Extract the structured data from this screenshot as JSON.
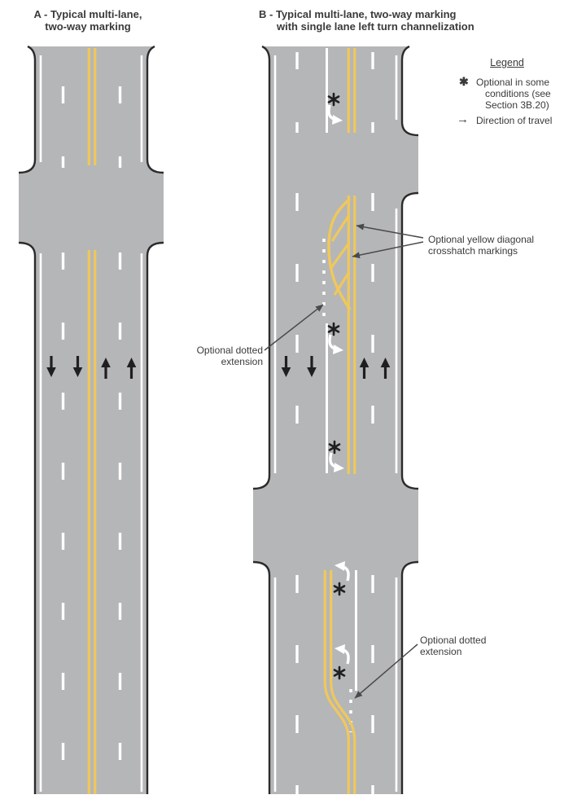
{
  "panel_a": {
    "title_line1": "A - Typical multi-lane,",
    "title_line2": "two-way marking"
  },
  "panel_b": {
    "title_line1": "B - Typical multi-lane, two-way marking",
    "title_line2": "with single lane left turn channelization"
  },
  "legend": {
    "heading": "Legend",
    "items": [
      {
        "symbol": "✱",
        "text": "Optional in some conditions (see Section 3B.20)"
      },
      {
        "symbol": "→",
        "text": "Direction of travel"
      }
    ]
  },
  "annotations": {
    "crosshatch": "Optional yellow diagonal crosshatch markings",
    "dotted_left": "Optional dotted extension",
    "dotted_right": "Optional dotted extension"
  },
  "colors": {
    "background": "#ffffff",
    "road_gray": "#b5b6b8",
    "edge_black": "#2b2b2b",
    "marking_white": "#ffffff",
    "marking_yellow": "#f0c85a",
    "arrow_black": "#1f1f1f",
    "leader": "#4a4a4a",
    "text": "#3a3a3a"
  }
}
